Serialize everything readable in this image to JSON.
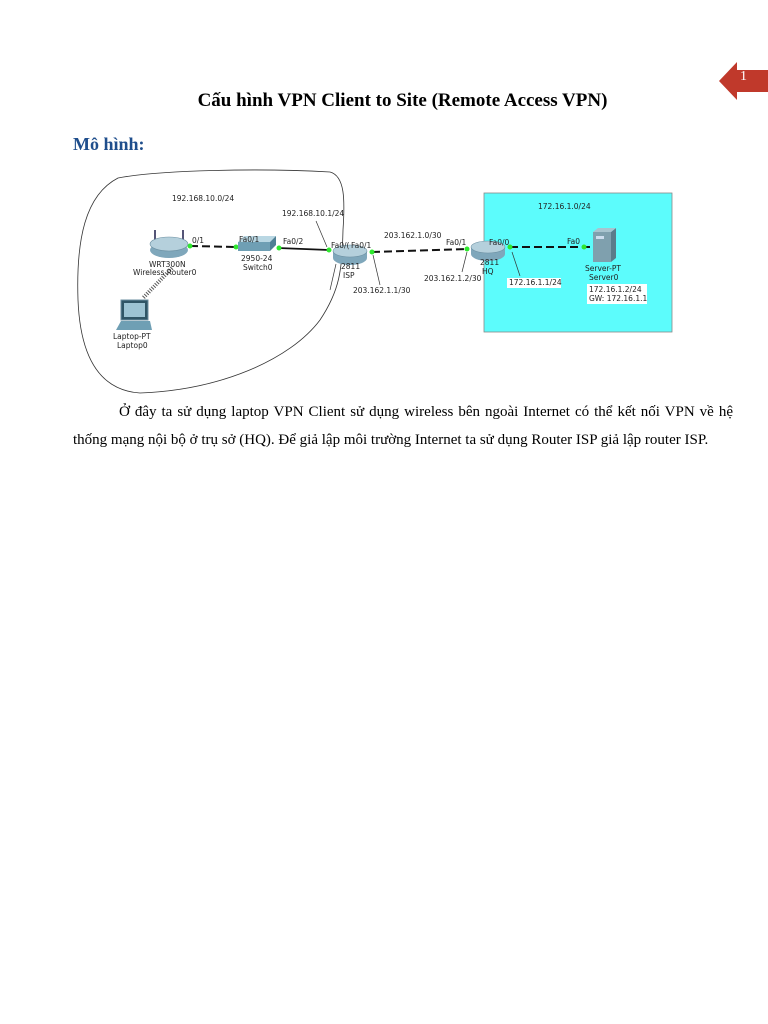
{
  "page": {
    "number": "1",
    "accent_color": "#c0392b"
  },
  "document": {
    "title": "Cấu hình VPN Client to Site (Remote Access VPN)",
    "section_heading": "Mô hình:",
    "heading_color": "#1f4e8c",
    "paragraph": "Ở đây ta sử dụng laptop VPN Client sử dụng wireless bên ngoài Internet có thể kết nối VPN về hệ thống mạng nội bộ ở trụ sở (HQ). Để giả lập môi trường Internet ta sử dụng Router ISP giả lập router ISP."
  },
  "diagram": {
    "hq_zone_color": "#5cfcfc",
    "labels": {
      "lan_network": "192.168.10.0/24",
      "isp_lan_ip": "192.168.10.1/24",
      "wan_network": "203.162.1.0/30",
      "isp_wan_ip": "203.162.1.1/30",
      "hq_wan_ip": "203.162.1.2/30",
      "hq_network": "172.16.1.0/24",
      "hq_lan_ip": "172.16.1.1/24",
      "server_ip": "172.16.1.2/24",
      "server_gw": "GW: 172.16.1.1"
    },
    "devices": {
      "wireless_router": {
        "model": "WRT300N",
        "name": "Wireless Router0",
        "port": "0/1"
      },
      "switch": {
        "model": "2950-24",
        "name": "Switch0",
        "port_left": "Fa0/1",
        "port_right": "Fa0/2"
      },
      "isp_router": {
        "model": "2811",
        "name": "ISP",
        "port_left": "Fa0/(",
        "port_right": "Fa0/1"
      },
      "hq_router": {
        "model": "2811",
        "name": "HQ",
        "port_left": "Fa0/1",
        "port_right": "Fa0/0"
      },
      "server": {
        "model": "Server-PT",
        "name": "Server0",
        "port": "Fa0"
      },
      "laptop": {
        "model": "Laptop-PT",
        "name": "Laptop0"
      }
    }
  }
}
